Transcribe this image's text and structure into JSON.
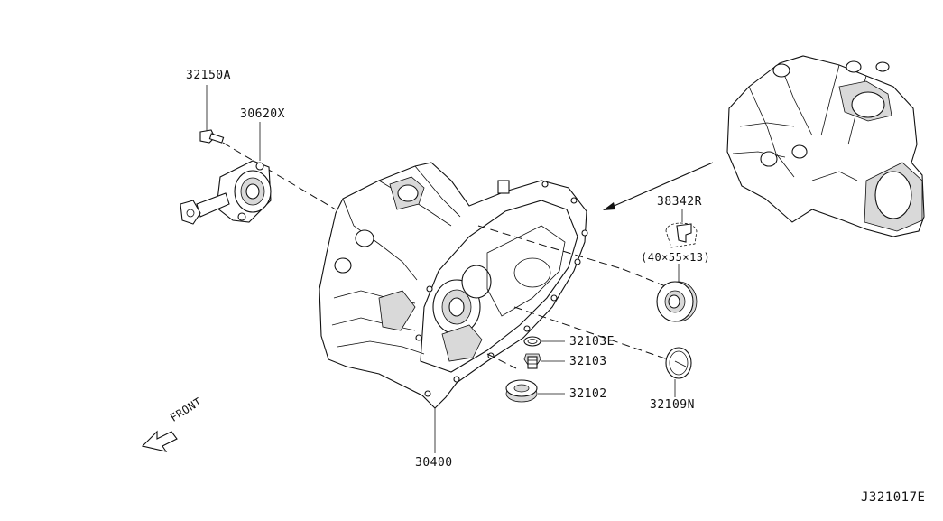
{
  "callouts": {
    "p32150a": "32150A",
    "p30620x": "30620X",
    "p38342r": "38342R",
    "seal_size": "(40×55×13)",
    "p32103e": "32103E",
    "p32103": "32103",
    "p32102": "32102",
    "p32109n": "32109N",
    "p30400": "30400"
  },
  "front_label": "FRONT",
  "diagram_id": "J321017E"
}
